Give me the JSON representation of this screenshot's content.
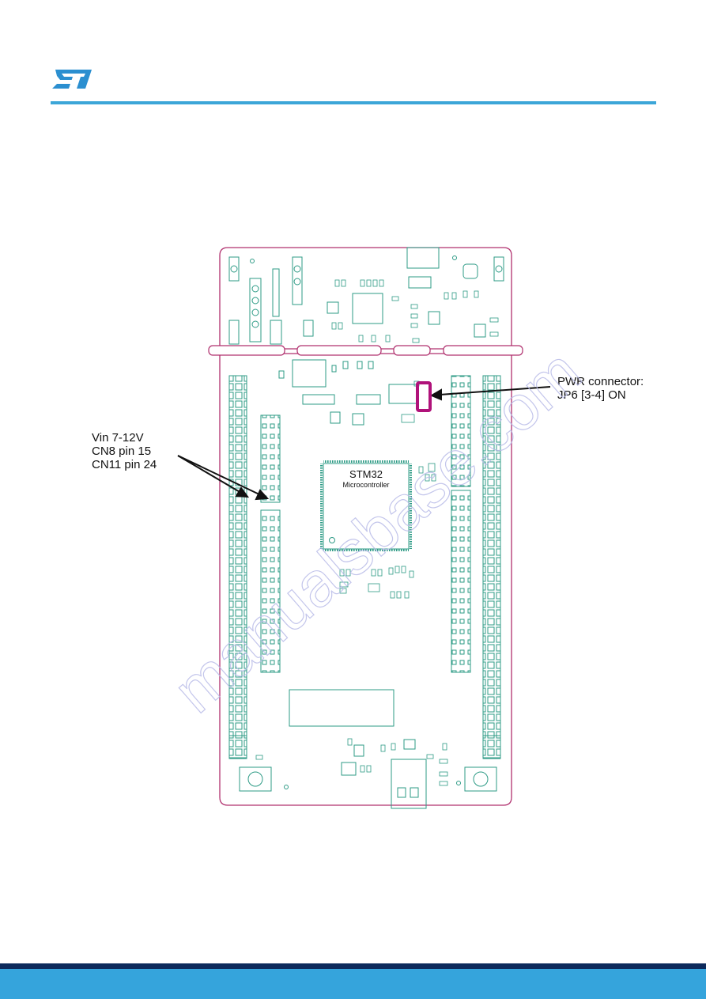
{
  "brand": {
    "logo_icon": "st-logo-icon",
    "accent_color": "#3ca6d8"
  },
  "board": {
    "chip": {
      "name": "STM32",
      "subtitle": "Microcontroller"
    },
    "outline_color": "#b0306e",
    "trace_color": "#2e9b86"
  },
  "callouts": {
    "vin": {
      "line1": "Vin 7-12V",
      "line2": "CN8 pin 15",
      "line3": "CN11 pin 24"
    },
    "pwr": {
      "line1": "PWR connector:",
      "line2": "JP6 [3-4] ON",
      "highlight_color": "#b0127a"
    }
  },
  "watermark": {
    "text": "manualsbase.com"
  },
  "footer": {
    "band_color": "#35a4dc",
    "rule_color": "#0d2a5c"
  }
}
